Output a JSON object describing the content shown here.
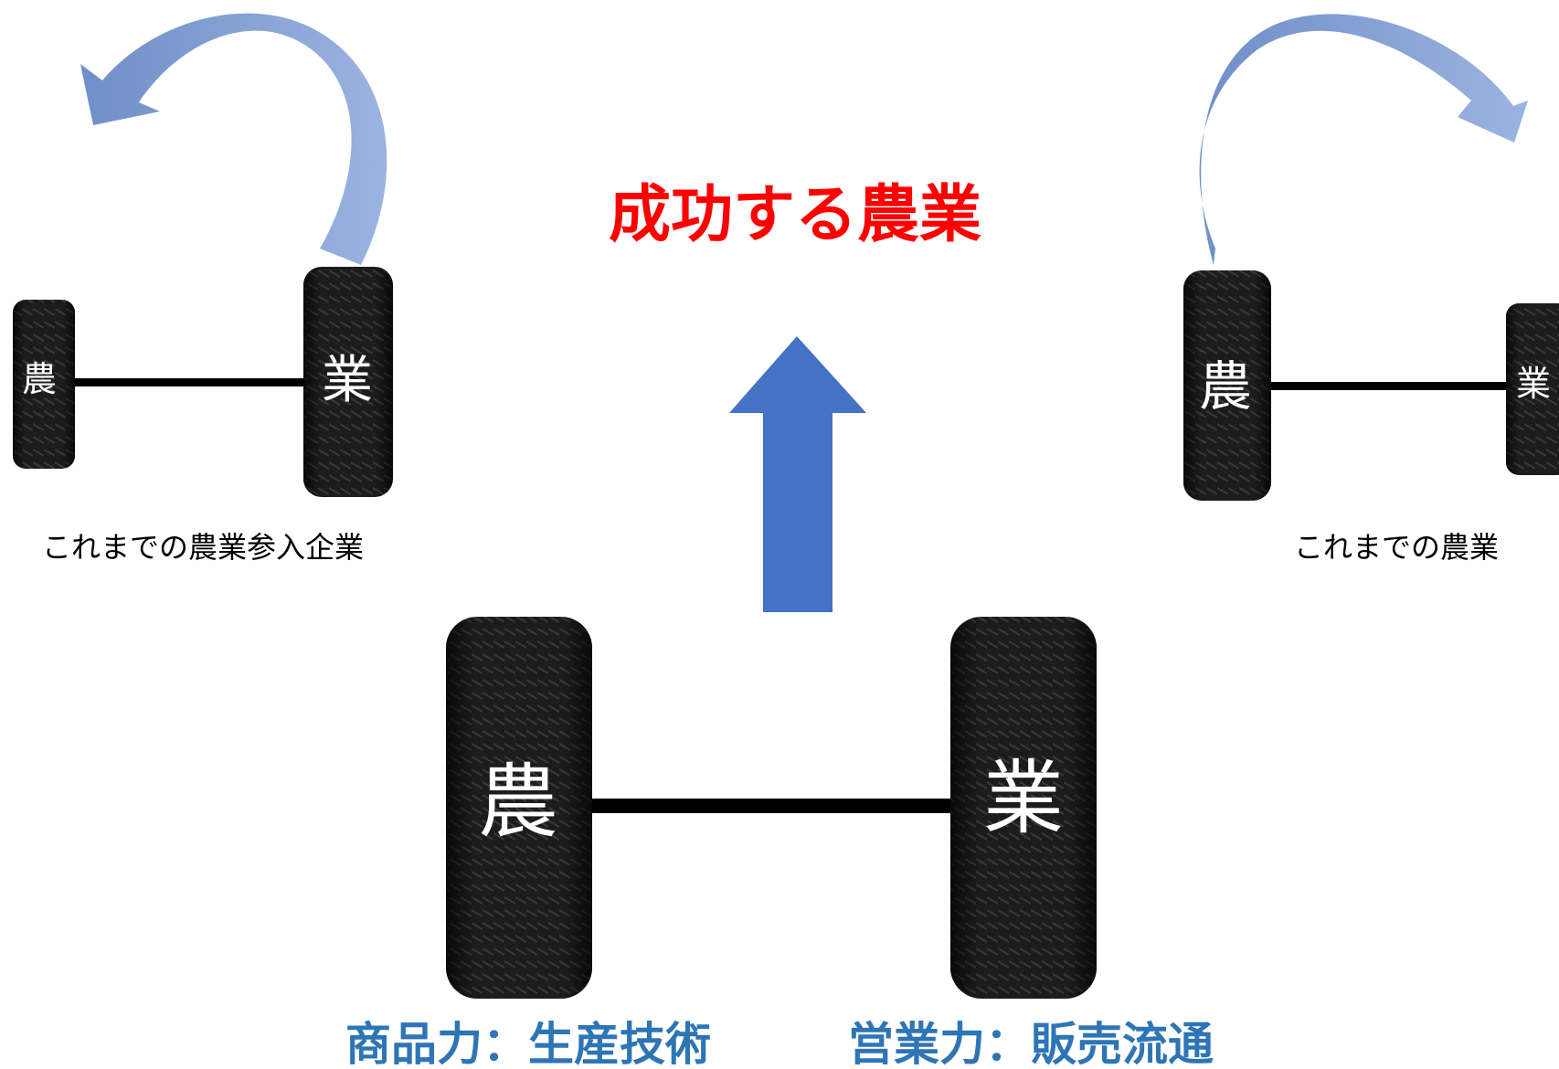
{
  "title": "成功する農業",
  "colors": {
    "title": "#ff0000",
    "bottom_labels": "#2e75b6",
    "up_arrow": "#4472c4",
    "curved_arrow": "#7f9bd0",
    "tire": "#1a1a1a",
    "axle": "#000000"
  },
  "left_axle": {
    "left_wheel_label": "農",
    "right_wheel_label": "業",
    "caption": "これまでの農業参入企業"
  },
  "right_axle": {
    "left_wheel_label": "農",
    "right_wheel_label": "業",
    "caption": "これまでの農業"
  },
  "center_axle": {
    "left_wheel_label": "農",
    "right_wheel_label": "業",
    "left_caption": "商品力：生産技術",
    "right_caption": "営業力：販売流通"
  }
}
